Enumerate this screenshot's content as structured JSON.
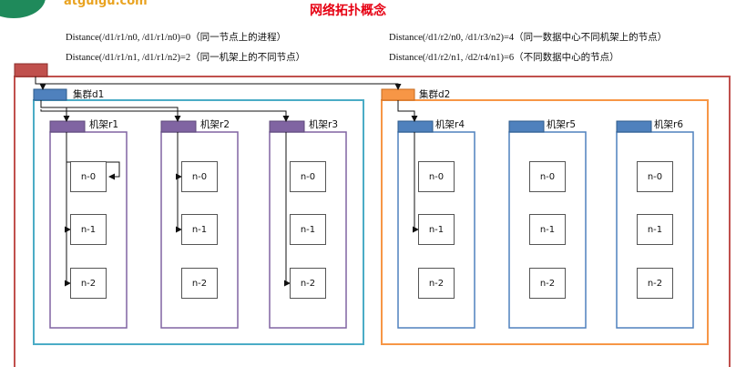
{
  "header": {
    "logo_text": "atguigu.com",
    "title": "网络拓扑概念"
  },
  "formulas": [
    "Distance(/d1/r1/n0, /d1/r1/n0)=0（同一节点上的进程）",
    "Distance(/d1/r1/n1, /d1/r1/n2)=2（同一机架上的不同节点）",
    "Distance(/d1/r2/n0, /d1/r3/n2)=4（同一数据中心不同机架上的节点）",
    "Distance(/d1/r2/n1, /d2/r4/n1)=6（不同数据中心的节点）"
  ],
  "clusters": [
    {
      "label": "集群d1",
      "color": "#4bacc6"
    },
    {
      "label": "集群d2",
      "color": "#f79646"
    }
  ],
  "racks": [
    {
      "label": "机架r1",
      "color": "#8064a2"
    },
    {
      "label": "机架r2",
      "color": "#8064a2"
    },
    {
      "label": "机架r3",
      "color": "#8064a2"
    },
    {
      "label": "机架r4",
      "color": "#4f81bd"
    },
    {
      "label": "机架r5",
      "color": "#4f81bd"
    },
    {
      "label": "机架r6",
      "color": "#4f81bd"
    }
  ],
  "node_labels": [
    "n-0",
    "n-1",
    "n-2"
  ],
  "outer_color": "#c0504d"
}
